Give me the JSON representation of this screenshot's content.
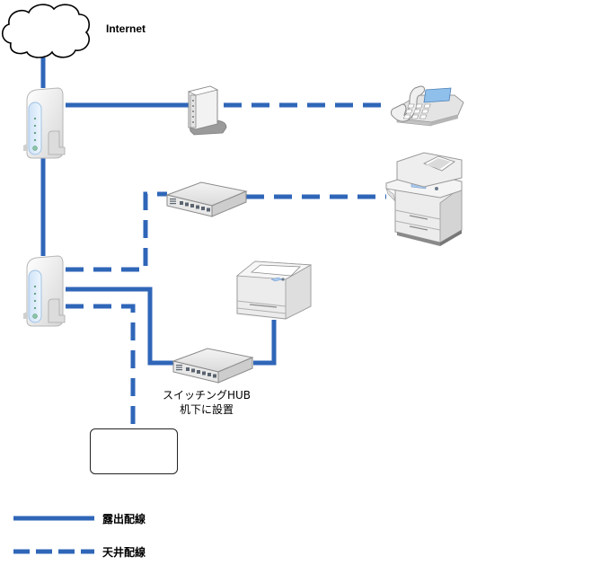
{
  "labels": {
    "internet": "Internet",
    "hub_line1": "スイッチングHUB",
    "hub_line2": "机下に設置"
  },
  "legend": {
    "solid": "露出配線",
    "dashed": "天井配線"
  },
  "devices": [
    {
      "id": "cloud",
      "icon": "cloud-icon",
      "name": "Internet"
    },
    {
      "id": "router-top",
      "icon": "router-icon"
    },
    {
      "id": "router-bottom",
      "icon": "router-icon"
    },
    {
      "id": "vertical-modem",
      "icon": "modem-icon"
    },
    {
      "id": "telephone",
      "icon": "telephone-icon"
    },
    {
      "id": "switch-upper",
      "icon": "switch-hub-icon"
    },
    {
      "id": "multifunction-printer",
      "icon": "copier-icon"
    },
    {
      "id": "laser-printer",
      "icon": "printer-icon"
    },
    {
      "id": "switch-lower",
      "icon": "switch-hub-icon"
    },
    {
      "id": "pc-box",
      "icon": "blank-box"
    }
  ],
  "colors": {
    "cable": "#2f66b8",
    "device_body": "#e8e8e8",
    "device_edge": "#9a9a9a"
  }
}
